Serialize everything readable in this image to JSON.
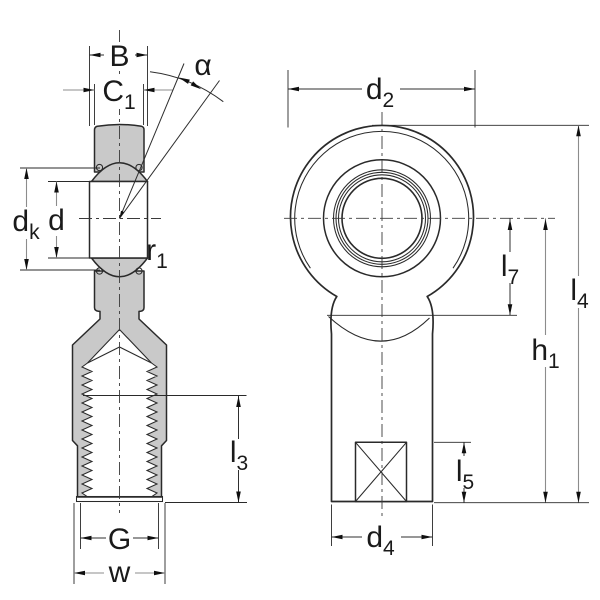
{
  "dimension_labels": {
    "B": {
      "main": "B",
      "sub": ""
    },
    "C1": {
      "main": "C",
      "sub": "1"
    },
    "alpha": {
      "main": "α",
      "sub": ""
    },
    "dk": {
      "main": "d",
      "sub": "k"
    },
    "d": {
      "main": "d",
      "sub": ""
    },
    "r1": {
      "main": "r",
      "sub": "1"
    },
    "l3": {
      "main": "l",
      "sub": "3"
    },
    "G": {
      "main": "G",
      "sub": ""
    },
    "w": {
      "main": "w",
      "sub": ""
    },
    "d2": {
      "main": "d",
      "sub": "2"
    },
    "l7": {
      "main": "l",
      "sub": "7"
    },
    "h1": {
      "main": "h",
      "sub": "1"
    },
    "l4": {
      "main": "l",
      "sub": "4"
    },
    "l5": {
      "main": "l",
      "sub": "5"
    },
    "d4": {
      "main": "d",
      "sub": "4"
    }
  },
  "colors": {
    "outline": "#2a2a2a",
    "section_fill": "#c9c9c9",
    "end_face_fill": "#b7b7b7",
    "dimension_line_gray": "#8c8c8c",
    "dimension_line_dark": "#2f2f2f",
    "arrowhead": "#0f0f0f",
    "label_text": "#1a1a1a",
    "background": "#ffffff"
  }
}
